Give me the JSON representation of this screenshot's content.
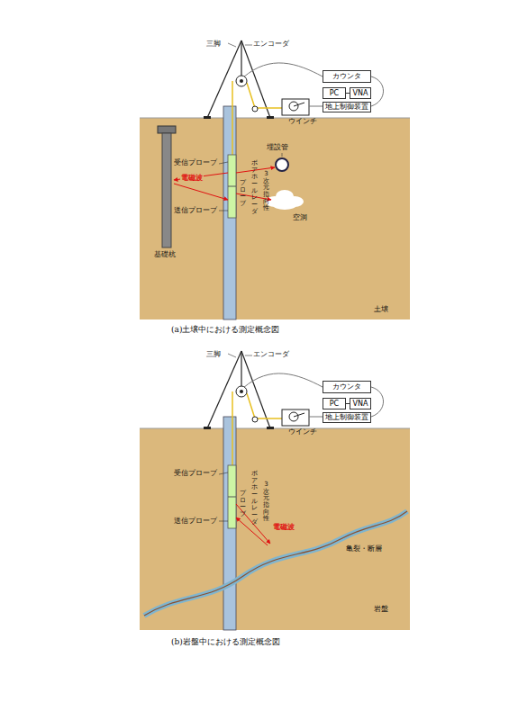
{
  "diagram": {
    "nodes": [
      {
        "text": [
          "カウンタ"
        ]
      },
      {
        "text": [
          "PC"
        ]
      },
      {
        "text": [
          "VNA"
        ]
      },
      {
        "text": [
          "地上制御装置"
        ]
      },
      {
        "text": [
          "カウンタ"
        ]
      },
      {
        "text": [
          "PC"
        ]
      },
      {
        "text": [
          "VNA"
        ]
      },
      {
        "text": [
          "地上制御装置"
        ]
      }
    ],
    "edges": [
      {
        "from": 1,
        "to": 2,
        "arrow": "none"
      },
      {
        "from": 5,
        "to": 6,
        "arrow": "none"
      }
    ],
    "labels": [
      "三脚",
      "エンコーダ",
      "ウインチ",
      "受信プローブ",
      "電磁波",
      "送信プローブ",
      "基礎杭",
      "3次元指向性",
      "ボアホールレーダ",
      "プローブ",
      "埋設管",
      "空洞",
      "土壌",
      "(a)土壌中における測定概念図",
      "三脚",
      "エンコーダ",
      "ウインチ",
      "受信プローブ",
      "送信プローブ",
      "3次元指向性",
      "ボアホールレーダ",
      "プローブ",
      "電磁波",
      "亀裂・断層",
      "岩盤",
      "(b)岩盤中における測定概念図"
    ]
  }
}
